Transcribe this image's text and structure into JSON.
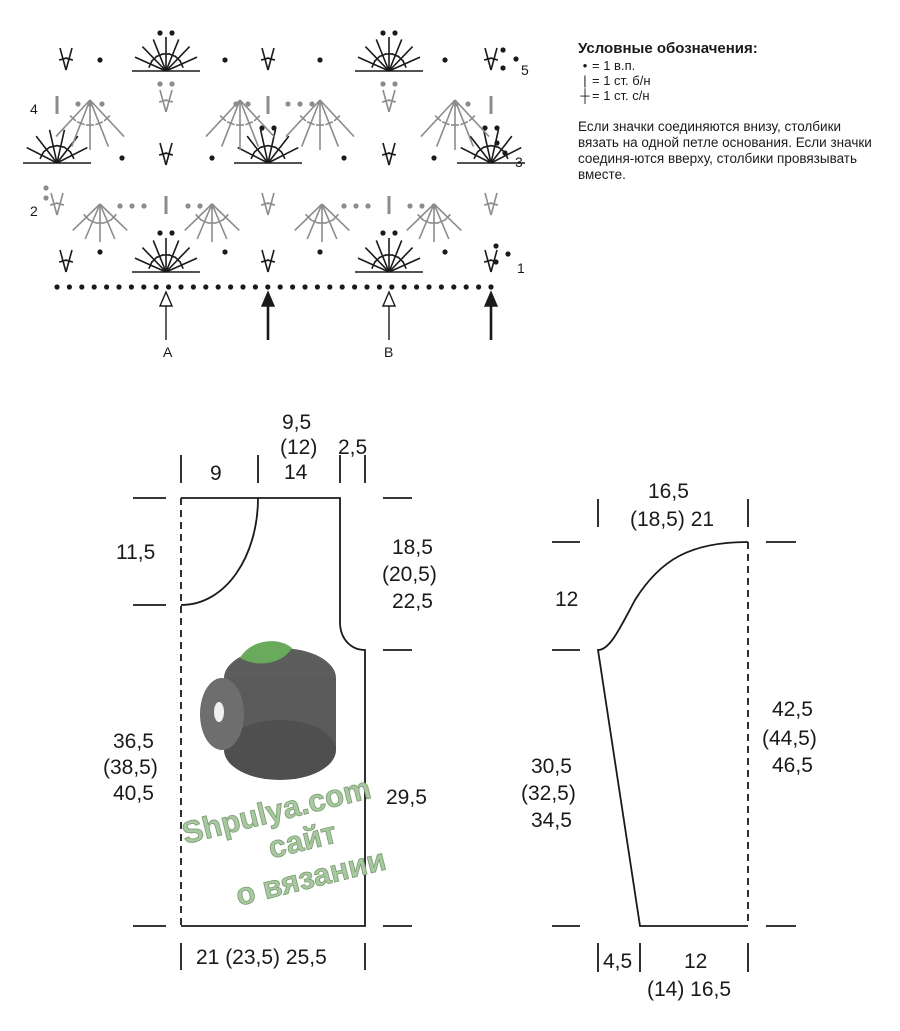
{
  "legend": {
    "title": "Условные обозначения:",
    "items": [
      {
        "icon": "chain-dot-icon",
        "symbol": "•",
        "text": "= 1 в.п."
      },
      {
        "icon": "single-crochet-icon",
        "symbol": "|",
        "text": "= 1 ст. б/н"
      },
      {
        "icon": "double-crochet-icon",
        "symbol": "┼",
        "text": "= 1 ст. с/н"
      }
    ],
    "note": "Если значки соединяются внизу, столбики вязать на одной петле основания. Если значки соединя-ются вверху, столбики провязывать вместе."
  },
  "chart": {
    "row_numbers": [
      "1",
      "2",
      "3",
      "4",
      "5"
    ],
    "marker_a": "A",
    "marker_b": "B",
    "colors": {
      "dark": "#1a1a1a",
      "gray": "#8c8c8c"
    }
  },
  "front": {
    "top_a": "9",
    "top_b": [
      "9,5",
      "(12)",
      "14"
    ],
    "top_c": "2,5",
    "left_top": "11,5",
    "left_bottom": [
      "36,5",
      "(38,5)",
      "40,5"
    ],
    "right_top": [
      "18,5",
      "(20,5)",
      "22,5"
    ],
    "right_bottom": "29,5",
    "bottom": "21 (23,5) 25,5"
  },
  "sleeve": {
    "top": [
      "16,5",
      "(18,5) 21"
    ],
    "left_top": "12",
    "left_bottom": [
      "30,5",
      "(32,5)",
      "34,5"
    ],
    "right": [
      "42,5",
      "(44,5)",
      "46,5"
    ],
    "bottom_a": "4,5",
    "bottom_b": [
      "12",
      "(14) 16,5"
    ]
  },
  "watermark": {
    "line1": "Shpulya.com",
    "line2": "сайт",
    "line3": "о вязании"
  }
}
